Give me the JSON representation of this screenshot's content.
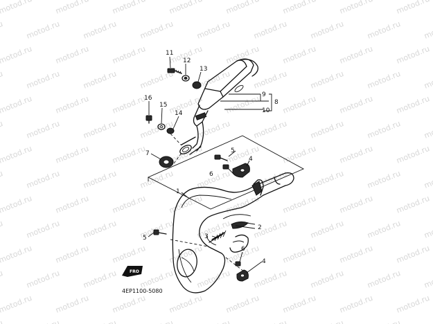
{
  "diagram": {
    "watermark": "motod.ru",
    "diagram_code": "4EP1100-5080",
    "front_mark": "FRO",
    "callouts": {
      "c1": "1",
      "c2": "2",
      "c3": "3",
      "c4a": "4",
      "c4b": "4",
      "c5a": "5",
      "c5b": "5",
      "c6a": "6",
      "c6b": "6",
      "c7": "7",
      "c8": "8",
      "c9": "9",
      "c10": "10",
      "c11": "11",
      "c12": "12",
      "c13": "13",
      "c14": "14",
      "c15": "15",
      "c16": "16"
    }
  }
}
